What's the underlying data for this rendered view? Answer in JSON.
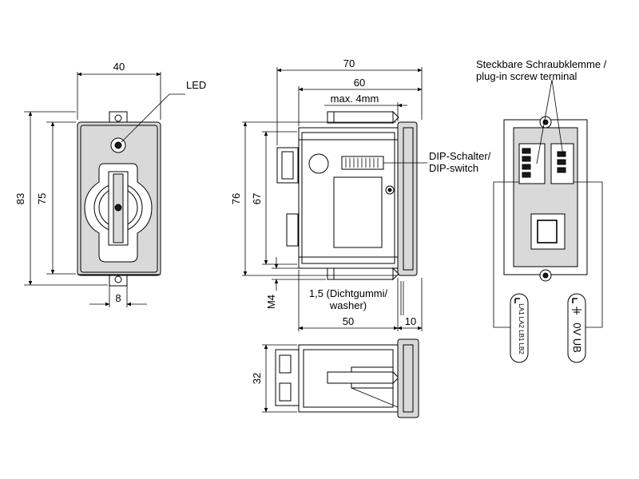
{
  "dimensions": {
    "front_width": "40",
    "front_height_outer": "83",
    "front_height_inner": "75",
    "front_slot": "8",
    "side_width_total": "70",
    "side_width_60": "60",
    "side_max": "max. 4mm",
    "side_height_76": "76",
    "side_height_67": "67",
    "side_m4": "M4",
    "side_body_50": "50",
    "side_front_10": "10",
    "bottom_height_32": "32"
  },
  "labels": {
    "led": "LED",
    "terminal_de": "Steckbare Schraubklemme /",
    "terminal_en": "plug-in screw terminal",
    "dip_de": "DIP-Schalter/",
    "dip_en": "DIP-switch",
    "washer_de": "1,5 (Dichtgummi/",
    "washer_en": "washer)",
    "plug_left": "LA1 LA2 LB1 LB2",
    "plug_right": "0V UB"
  }
}
